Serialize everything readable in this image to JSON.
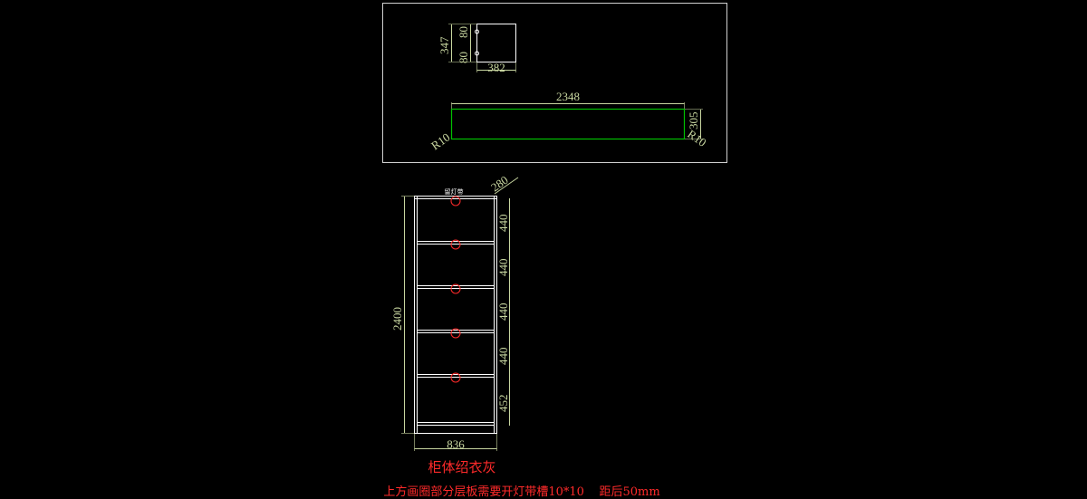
{
  "colors": {
    "background": "#000000",
    "frame": "#cfcfcf",
    "outline": "#ffffff",
    "dimension": "#c8d6a0",
    "panel_green": "#00c000",
    "marker_red": "#ff2a2a",
    "caption_red": "#ff2a2a"
  },
  "top_panel": {
    "small_part": {
      "height_label": "347",
      "upper_offset_label": "80",
      "lower_offset_label": "80",
      "width_label": "382"
    },
    "long_board": {
      "length_label": "2348",
      "depth_label": "305",
      "left_radius_label": "R10",
      "right_radius_label": "R10"
    }
  },
  "cabinet": {
    "top_tag": "留灯带",
    "depth_label": "280",
    "height_label": "2400",
    "width_label": "836",
    "shelf_spacing_labels": [
      "440",
      "440",
      "440",
      "440",
      "452"
    ],
    "shelf_count": 5,
    "light_marker_count": 5
  },
  "captions": {
    "material": "柜体绍衣灰",
    "instruction": "上方画圈部分层板需要开灯带槽10*10    距后50mm"
  }
}
